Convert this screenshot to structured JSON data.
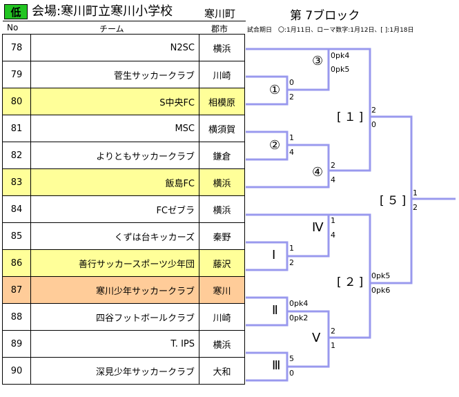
{
  "header": {
    "grade_badge": "低",
    "venue": "会場:寒川町立寒川小学校",
    "city": "寒川町",
    "block": "第 7ブロック",
    "col_no": "No",
    "col_team": "チーム",
    "col_city": "郡市",
    "legend": "試合期日　〇:1月11日、ローマ数字:1月12日、[ ]:1月18日"
  },
  "colors": {
    "badge": "#22c522",
    "yellow_row": "#ffff99",
    "orange_row": "#ffcc99",
    "bracket_line": "#9999ee"
  },
  "teams": [
    {
      "no": "78",
      "name": "N2SC",
      "city": "横浜",
      "highlight": ""
    },
    {
      "no": "79",
      "name": "菅生サッカークラブ",
      "city": "川崎",
      "highlight": ""
    },
    {
      "no": "80",
      "name": "S中央FC",
      "city": "相模原",
      "highlight": "yellow"
    },
    {
      "no": "81",
      "name": "MSC",
      "city": "横須賀",
      "highlight": ""
    },
    {
      "no": "82",
      "name": "よりともサッカークラブ",
      "city": "鎌倉",
      "highlight": ""
    },
    {
      "no": "83",
      "name": "飯島FC",
      "city": "横浜",
      "highlight": "yellow"
    },
    {
      "no": "84",
      "name": "FCゼブラ",
      "city": "横浜",
      "highlight": ""
    },
    {
      "no": "85",
      "name": "くずは台キッカーズ",
      "city": "秦野",
      "highlight": ""
    },
    {
      "no": "86",
      "name": "善行サッカースポーツ少年団",
      "city": "藤沢",
      "highlight": "yellow"
    },
    {
      "no": "87",
      "name": "寒川少年サッカークラブ",
      "city": "寒川",
      "highlight": "orange"
    },
    {
      "no": "88",
      "name": "四谷フットボールクラブ",
      "city": "川崎",
      "highlight": ""
    },
    {
      "no": "89",
      "name": "T. IPS",
      "city": "横浜",
      "highlight": ""
    },
    {
      "no": "90",
      "name": "深見少年サッカークラブ",
      "city": "大和",
      "highlight": ""
    }
  ],
  "matches": {
    "m1": {
      "mark": "①",
      "score_top": "0",
      "score_bottom": "2"
    },
    "m2": {
      "mark": "②",
      "score_top": "1",
      "score_bottom": "4"
    },
    "m3": {
      "mark": "③",
      "score_top": "0pk4",
      "score_bottom": "0pk5"
    },
    "m4": {
      "mark": "④",
      "score_top": "2",
      "score_bottom": "4"
    },
    "r1": {
      "mark": "[１]",
      "score_top": "2",
      "score_bottom": "0"
    },
    "mI": {
      "mark": "Ⅰ",
      "score_top": "1",
      "score_bottom": "2"
    },
    "mII": {
      "mark": "Ⅱ",
      "score_top": "0pk4",
      "score_bottom": "0pk2"
    },
    "mIII": {
      "mark": "Ⅲ",
      "score_top": "5",
      "score_bottom": "0"
    },
    "mIV": {
      "mark": "Ⅳ",
      "score_top": "1",
      "score_bottom": "4"
    },
    "mV": {
      "mark": "Ⅴ",
      "score_top": "2",
      "score_bottom": "1"
    },
    "r2": {
      "mark": "[２]",
      "score_top": "0pk5",
      "score_bottom": "0pk6"
    },
    "r5": {
      "mark": "[５]",
      "score_top": "1",
      "score_bottom": "2"
    }
  }
}
